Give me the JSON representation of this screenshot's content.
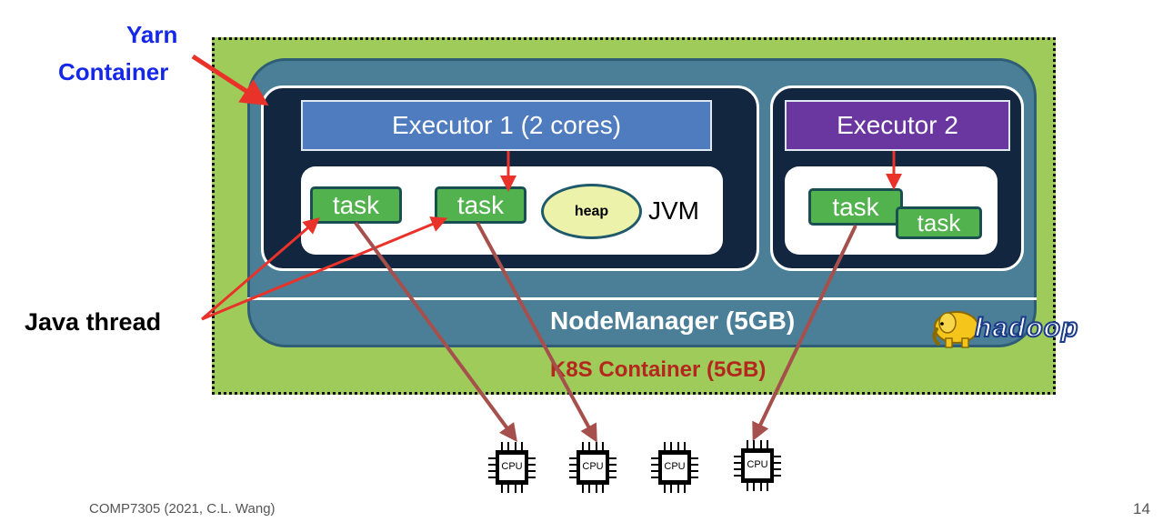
{
  "diagram": {
    "yarn_container_label_line1": "Yarn",
    "yarn_container_label_line2": "Container",
    "executor1_title": "Executor 1 (2 cores)",
    "executor2_title": "Executor 2",
    "task_label": "task",
    "heap_label": "heap",
    "jvm_label": "JVM",
    "java_thread_label": "Java thread",
    "nodemanager_label": "NodeManager (5GB)",
    "k8s_label": "K8S Container (5GB)",
    "cpu_label": "CPU",
    "logo_text": "hadoop"
  },
  "footer": {
    "credit": "COMP7305 (2021, C.L. Wang)",
    "page_number": "14"
  },
  "colors": {
    "k8s_background": "#9ecb5a",
    "nodemanager": "#4a7f97",
    "executor_container": "#13263f",
    "executor1_header": "#4f7cbf",
    "executor2_header": "#6a36a0",
    "task": "#52b24d",
    "heap": "#ecf2a9",
    "red_arrow": "#e8322a",
    "cpu_arrow": "#a5504c",
    "label_blue": "#1528e8",
    "k8s_label": "#b4271d"
  },
  "icons": [
    "cpu-icon",
    "hadoop-elephant-icon"
  ]
}
